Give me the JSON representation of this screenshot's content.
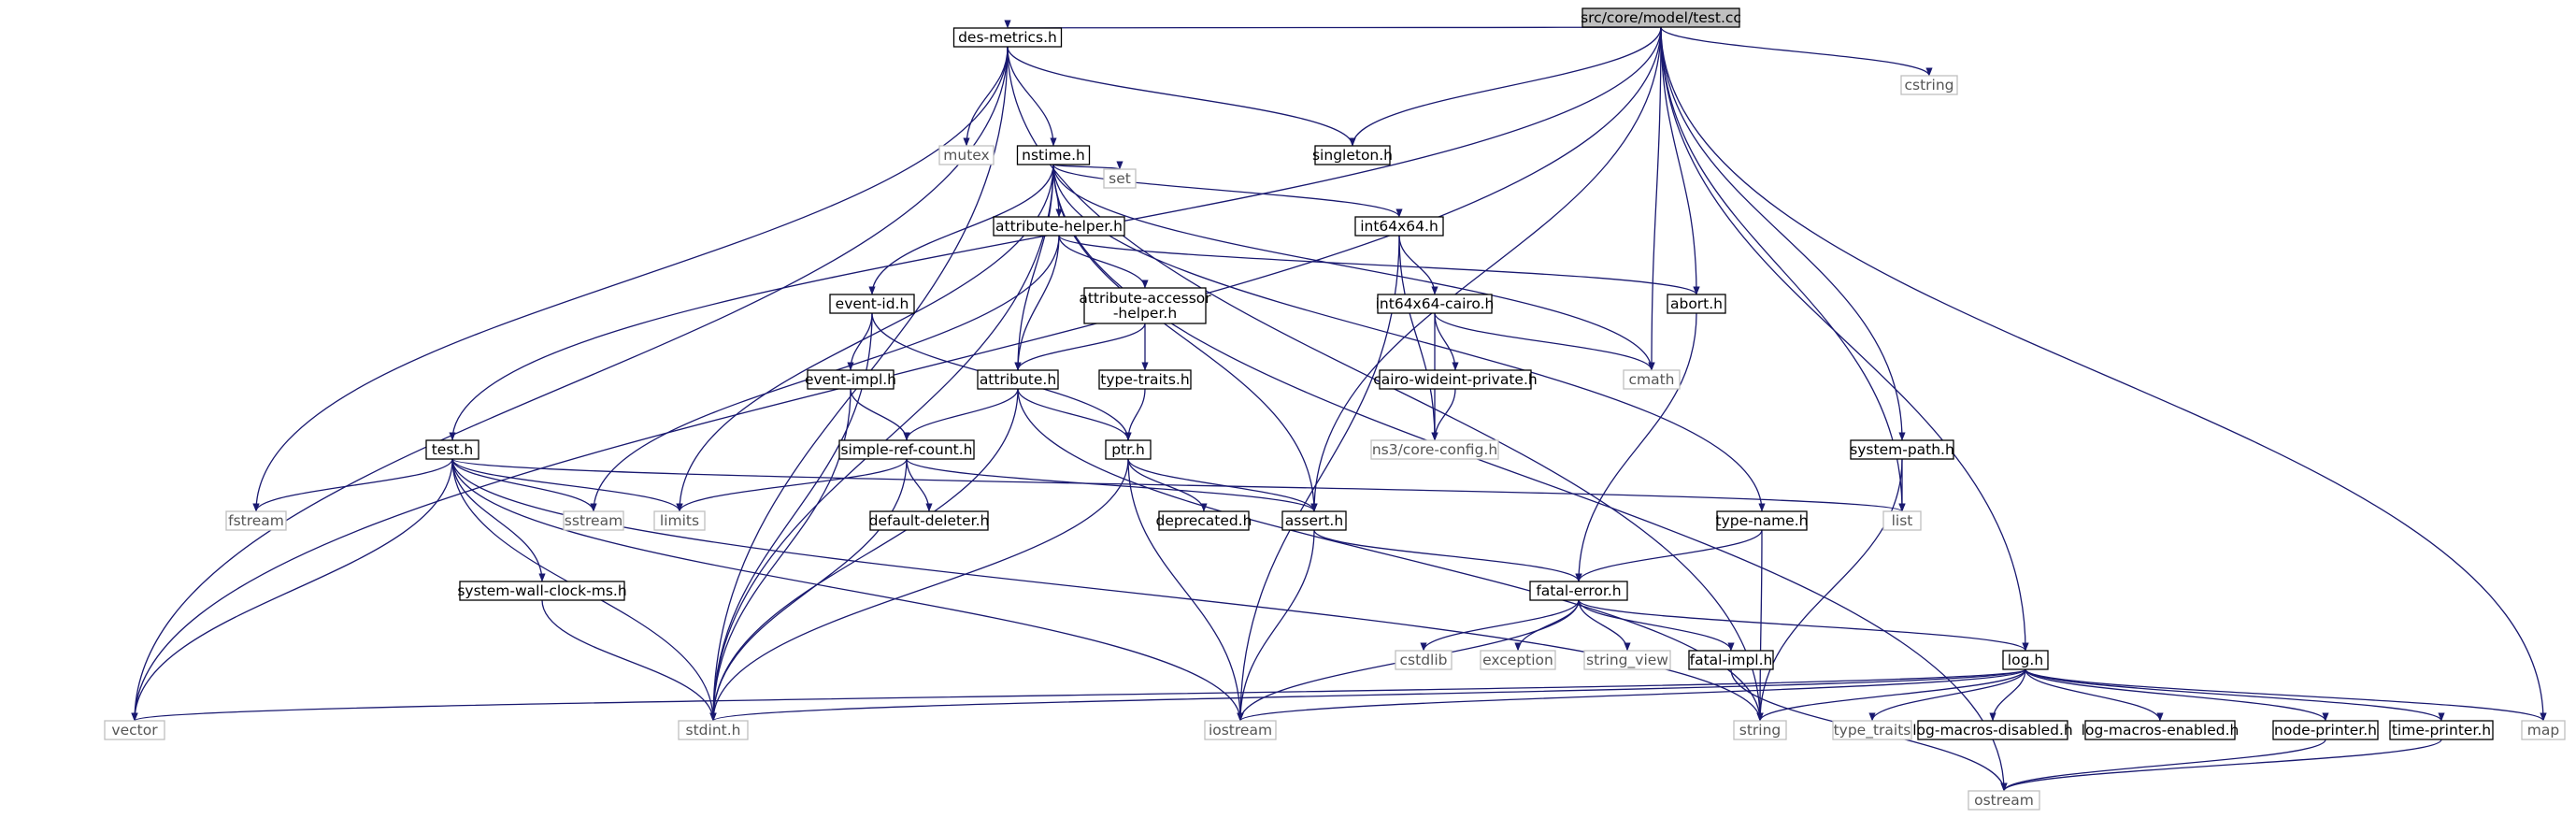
{
  "graph": {
    "root": "src/core/model/test.cc",
    "nodes": [
      {
        "id": "root",
        "label": "src/core/model/test.cc",
        "style": "root"
      },
      {
        "id": "des-metrics",
        "label": "des-metrics.h",
        "style": "header"
      },
      {
        "id": "cstring",
        "label": "cstring",
        "style": "system"
      },
      {
        "id": "mutex",
        "label": "mutex",
        "style": "system"
      },
      {
        "id": "nstime",
        "label": "nstime.h",
        "style": "header"
      },
      {
        "id": "singleton",
        "label": "singleton.h",
        "style": "header"
      },
      {
        "id": "set",
        "label": "set",
        "style": "system"
      },
      {
        "id": "attribute-helper",
        "label": "attribute-helper.h",
        "style": "header"
      },
      {
        "id": "int64x64",
        "label": "int64x64.h",
        "style": "header"
      },
      {
        "id": "event-id",
        "label": "event-id.h",
        "style": "header"
      },
      {
        "id": "attr-accessor",
        "label": "attribute-accessor\n-helper.h",
        "style": "header"
      },
      {
        "id": "int64x64-cairo",
        "label": "int64x64-cairo.h",
        "style": "header"
      },
      {
        "id": "abort",
        "label": "abort.h",
        "style": "header"
      },
      {
        "id": "cmath",
        "label": "cmath",
        "style": "system"
      },
      {
        "id": "event-impl",
        "label": "event-impl.h",
        "style": "header"
      },
      {
        "id": "attribute",
        "label": "attribute.h",
        "style": "header"
      },
      {
        "id": "type-traits-h",
        "label": "type-traits.h",
        "style": "header"
      },
      {
        "id": "cairo-wideint",
        "label": "cairo-wideint-private.h",
        "style": "header"
      },
      {
        "id": "test-h",
        "label": "test.h",
        "style": "header"
      },
      {
        "id": "simple-ref-count",
        "label": "simple-ref-count.h",
        "style": "header"
      },
      {
        "id": "ptr",
        "label": "ptr.h",
        "style": "header"
      },
      {
        "id": "ns3-core-config",
        "label": "ns3/core-config.h",
        "style": "system"
      },
      {
        "id": "system-path",
        "label": "system-path.h",
        "style": "header"
      },
      {
        "id": "fstream",
        "label": "fstream",
        "style": "system"
      },
      {
        "id": "sstream",
        "label": "sstream",
        "style": "system"
      },
      {
        "id": "limits",
        "label": "limits",
        "style": "system"
      },
      {
        "id": "default-deleter",
        "label": "default-deleter.h",
        "style": "header"
      },
      {
        "id": "deprecated",
        "label": "deprecated.h",
        "style": "header"
      },
      {
        "id": "assert",
        "label": "assert.h",
        "style": "header"
      },
      {
        "id": "type-name",
        "label": "type-name.h",
        "style": "header"
      },
      {
        "id": "list",
        "label": "list",
        "style": "system"
      },
      {
        "id": "system-wall-clock",
        "label": "system-wall-clock-ms.h",
        "style": "header"
      },
      {
        "id": "fatal-error",
        "label": "fatal-error.h",
        "style": "header"
      },
      {
        "id": "cstdlib",
        "label": "cstdlib",
        "style": "system"
      },
      {
        "id": "exception",
        "label": "exception",
        "style": "system"
      },
      {
        "id": "string-view",
        "label": "string_view",
        "style": "system"
      },
      {
        "id": "fatal-impl",
        "label": "fatal-impl.h",
        "style": "header"
      },
      {
        "id": "log",
        "label": "log.h",
        "style": "header"
      },
      {
        "id": "vector",
        "label": "vector",
        "style": "system"
      },
      {
        "id": "stdint",
        "label": "stdint.h",
        "style": "system"
      },
      {
        "id": "iostream",
        "label": "iostream",
        "style": "system"
      },
      {
        "id": "string",
        "label": "string",
        "style": "system"
      },
      {
        "id": "type-traits",
        "label": "type_traits",
        "style": "system"
      },
      {
        "id": "log-macros-disabled",
        "label": "log-macros-disabled.h",
        "style": "header"
      },
      {
        "id": "log-macros-enabled",
        "label": "log-macros-enabled.h",
        "style": "header"
      },
      {
        "id": "node-printer",
        "label": "node-printer.h",
        "style": "header"
      },
      {
        "id": "time-printer",
        "label": "time-printer.h",
        "style": "header"
      },
      {
        "id": "map",
        "label": "map",
        "style": "system"
      },
      {
        "id": "ostream",
        "label": "ostream",
        "style": "system"
      }
    ],
    "edges": [
      [
        "root",
        "des-metrics"
      ],
      [
        "root",
        "cstring"
      ],
      [
        "root",
        "singleton"
      ],
      [
        "root",
        "test-h"
      ],
      [
        "root",
        "vector"
      ],
      [
        "root",
        "map"
      ],
      [
        "root",
        "list"
      ],
      [
        "root",
        "cmath"
      ],
      [
        "root",
        "abort"
      ],
      [
        "root",
        "assert"
      ],
      [
        "root",
        "system-path"
      ],
      [
        "root",
        "log"
      ],
      [
        "des-metrics",
        "mutex"
      ],
      [
        "des-metrics",
        "nstime"
      ],
      [
        "des-metrics",
        "singleton"
      ],
      [
        "des-metrics",
        "fstream"
      ],
      [
        "des-metrics",
        "vector"
      ],
      [
        "des-metrics",
        "stdint"
      ],
      [
        "des-metrics",
        "string"
      ],
      [
        "nstime",
        "set"
      ],
      [
        "nstime",
        "attribute-helper"
      ],
      [
        "nstime",
        "int64x64"
      ],
      [
        "nstime",
        "event-id"
      ],
      [
        "nstime",
        "attribute"
      ],
      [
        "nstime",
        "assert"
      ],
      [
        "nstime",
        "cmath"
      ],
      [
        "nstime",
        "type-name"
      ],
      [
        "nstime",
        "limits"
      ],
      [
        "nstime",
        "stdint"
      ],
      [
        "nstime",
        "ostream"
      ],
      [
        "attribute-helper",
        "attr-accessor"
      ],
      [
        "attribute-helper",
        "attribute"
      ],
      [
        "attribute-helper",
        "abort"
      ],
      [
        "attribute-helper",
        "sstream"
      ],
      [
        "attr-accessor",
        "attribute"
      ],
      [
        "attr-accessor",
        "type-traits-h"
      ],
      [
        "int64x64",
        "int64x64-cairo"
      ],
      [
        "int64x64",
        "ns3-core-config"
      ],
      [
        "int64x64",
        "iostream"
      ],
      [
        "int64x64-cairo",
        "cairo-wideint"
      ],
      [
        "int64x64-cairo",
        "cmath"
      ],
      [
        "int64x64-cairo",
        "ns3-core-config"
      ],
      [
        "cairo-wideint",
        "ns3-core-config"
      ],
      [
        "event-id",
        "event-impl"
      ],
      [
        "event-id",
        "ptr"
      ],
      [
        "event-id",
        "stdint"
      ],
      [
        "event-impl",
        "simple-ref-count"
      ],
      [
        "event-impl",
        "stdint"
      ],
      [
        "attribute",
        "simple-ref-count"
      ],
      [
        "attribute",
        "ptr"
      ],
      [
        "attribute",
        "string"
      ],
      [
        "attribute",
        "stdint"
      ],
      [
        "type-traits-h",
        "ptr"
      ],
      [
        "simple-ref-count",
        "default-deleter"
      ],
      [
        "simple-ref-count",
        "assert"
      ],
      [
        "simple-ref-count",
        "limits"
      ],
      [
        "simple-ref-count",
        "stdint"
      ],
      [
        "ptr",
        "deprecated"
      ],
      [
        "ptr",
        "assert"
      ],
      [
        "ptr",
        "iostream"
      ],
      [
        "ptr",
        "stdint"
      ],
      [
        "abort",
        "fatal-error"
      ],
      [
        "test-h",
        "fstream"
      ],
      [
        "test-h",
        "sstream"
      ],
      [
        "test-h",
        "limits"
      ],
      [
        "test-h",
        "list"
      ],
      [
        "test-h",
        "system-wall-clock"
      ],
      [
        "test-h",
        "stdint"
      ],
      [
        "test-h",
        "iostream"
      ],
      [
        "test-h",
        "string"
      ],
      [
        "test-h",
        "vector"
      ],
      [
        "system-wall-clock",
        "stdint"
      ],
      [
        "assert",
        "fatal-error"
      ],
      [
        "assert",
        "iostream"
      ],
      [
        "type-name",
        "fatal-error"
      ],
      [
        "type-name",
        "string"
      ],
      [
        "system-path",
        "list"
      ],
      [
        "system-path",
        "string"
      ],
      [
        "fatal-error",
        "cstdlib"
      ],
      [
        "fatal-error",
        "exception"
      ],
      [
        "fatal-error",
        "string-view"
      ],
      [
        "fatal-error",
        "fatal-impl"
      ],
      [
        "fatal-error",
        "log"
      ],
      [
        "fatal-error",
        "iostream"
      ],
      [
        "fatal-impl",
        "ostream"
      ],
      [
        "log",
        "vector"
      ],
      [
        "log",
        "stdint"
      ],
      [
        "log",
        "iostream"
      ],
      [
        "log",
        "string"
      ],
      [
        "log",
        "type-traits"
      ],
      [
        "log",
        "log-macros-disabled"
      ],
      [
        "log",
        "log-macros-enabled"
      ],
      [
        "log",
        "node-printer"
      ],
      [
        "log",
        "time-printer"
      ],
      [
        "log",
        "map"
      ],
      [
        "node-printer",
        "ostream"
      ],
      [
        "time-printer",
        "ostream"
      ]
    ]
  },
  "colors": {
    "edge": "#191970",
    "header_border": "#000000",
    "system_border": "#bfbfbf",
    "system_text": "#555555",
    "root_fill": "#bfbfbf",
    "node_fill": "#ffffff"
  }
}
